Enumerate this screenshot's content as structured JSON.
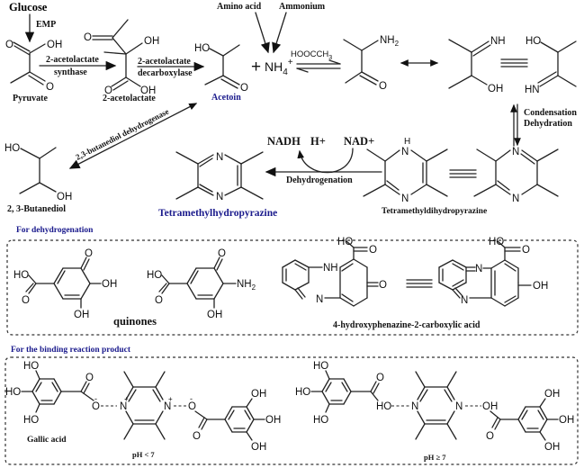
{
  "pathway": {
    "glucose": "Glucose",
    "emp": "EMP",
    "pyruvate": "Pyruvate",
    "enzyme1_line1": "2-acetolactate",
    "enzyme1_line2": "synthase",
    "acetolactate": "2-acetolactate",
    "enzyme2_line1": "2-acetolactate",
    "enzyme2_line2": "decarboxylase",
    "acetoin": "Acetoin",
    "amino_acid": "Amino acid",
    "ammonium": "Ammonium",
    "plus": "+",
    "nh4": "NH",
    "nh4_sub": "4",
    "nh4_sup": "+",
    "hooccch3": "HOOCCH",
    "hooccch3_sub": "3",
    "bdh_enzyme": "2,3-butanediol dehydrogenase",
    "butanediol": "2, 3-Butanediol",
    "condensation": "Condensation",
    "dehydration": "Dehydration",
    "nadh": "NADH",
    "hplus": "H+",
    "nadplus": "NAD+",
    "dehydrogenation": "Dehydrogenation",
    "tmp": "Tetramethylhydropyrazine",
    "tmdhp": "Tetramethyldihydropyrazine"
  },
  "atoms": {
    "O": "O",
    "OH": "OH",
    "HO": "HO",
    "NH": "NH",
    "HN": "HN",
    "NH2": "NH",
    "sub2": "2",
    "N": "N",
    "H": "H",
    "minus": "-",
    "plusc": "+"
  },
  "dehydrogenation_box": {
    "title": "For dehydrogenation",
    "quinones": "quinones",
    "phenazine": "4-hydroxyphenazine-2-carboxylic acid"
  },
  "binding_box": {
    "title": "For the binding reaction product",
    "gallic": "Gallic acid",
    "ph_low": "pH < 7",
    "ph_high": "pH ≥ 7"
  },
  "colors": {
    "accent_blue": "#1a1a8c",
    "ink": "#222222"
  }
}
